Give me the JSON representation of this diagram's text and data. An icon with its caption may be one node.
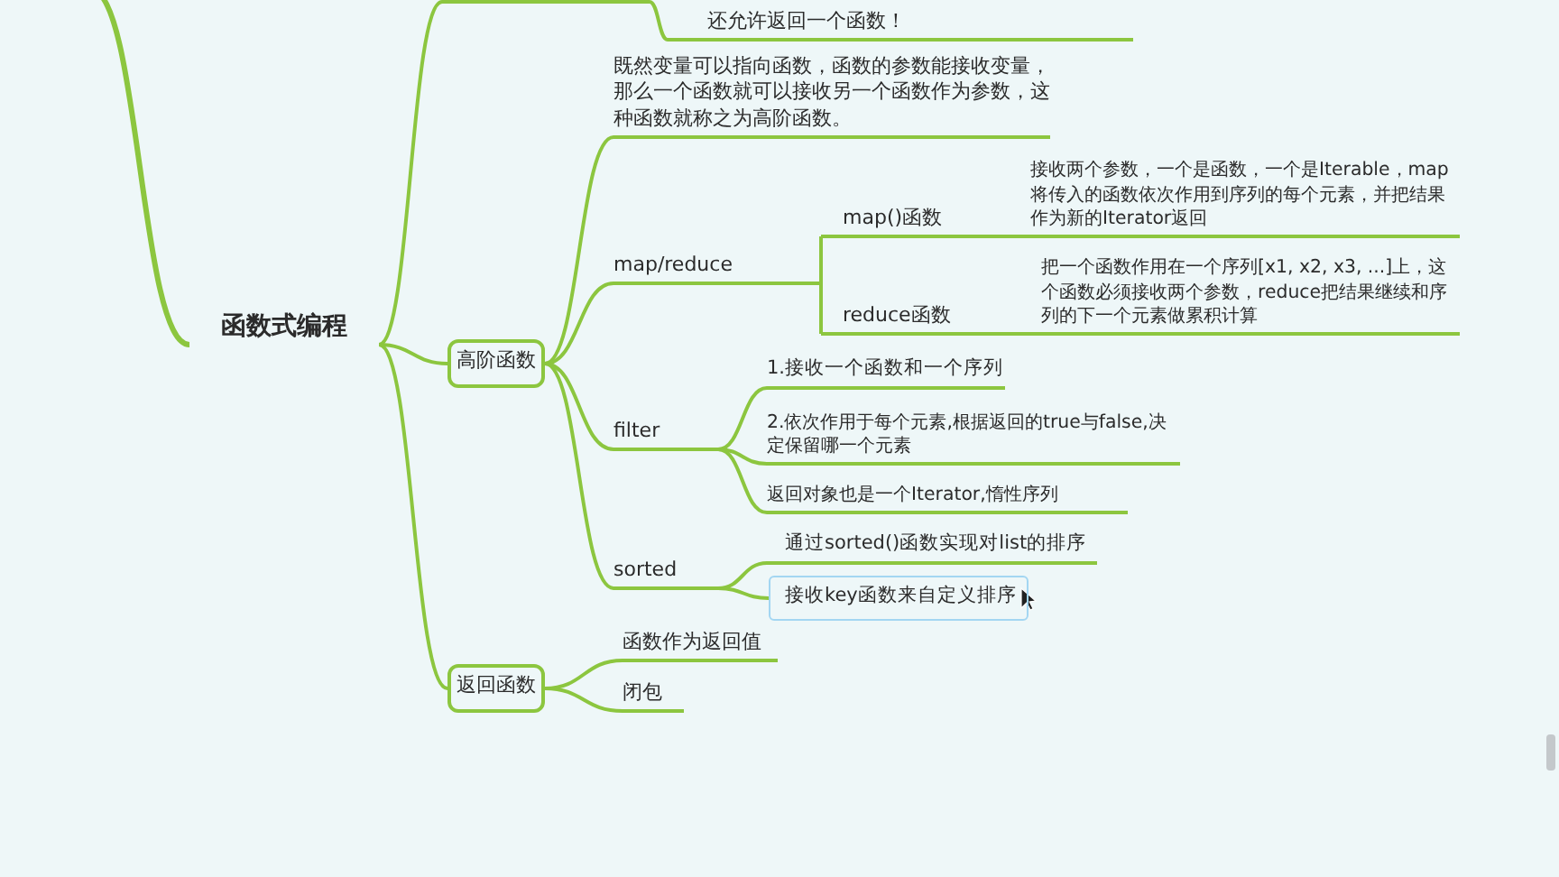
{
  "diagram": {
    "nodes": [
      {
        "text": [
          "函数式编程"
        ]
      },
      {
        "text": [],
        "shape": "bar"
      },
      {
        "text": [
          "还允许返回一个函数！"
        ]
      },
      {
        "text": [
          "高阶函数"
        ]
      },
      {
        "text": [
          "既然变量可以指向函数，函数的参数能接收变量，那么一个函数就可以接收另一个函数作为参数，这种函数就称之为高阶函数。"
        ]
      },
      {
        "text": [
          "map/reduce"
        ]
      },
      {
        "text": [
          "map()函数"
        ]
      },
      {
        "text": [
          "接收两个参数，一个是函数，一个是Iterable，map将传入的函数依次作用到序列的每个元素，并把结果作为新的Iterator返回"
        ]
      },
      {
        "text": [
          "reduce函数"
        ]
      },
      {
        "text": [
          "把一个函数作用在一个序列[x1, x2, x3, ...]上，这个函数必须接收两个参数，reduce把结果继续和序列的下一个元素做累积计算"
        ]
      },
      {
        "text": [
          "filter"
        ]
      },
      {
        "text": [
          "1.接收一个函数和一个序列"
        ]
      },
      {
        "text": [
          "2.依次作用于每个元素,根据返回的true与false,决定保留哪一个元素"
        ]
      },
      {
        "text": [
          "返回对象也是一个Iterator,惰性序列"
        ]
      },
      {
        "text": [
          "sorted"
        ]
      },
      {
        "text": [
          "通过sorted()函数实现对list的排序"
        ]
      },
      {
        "text": [
          "接收key函数来自定义排序"
        ]
      },
      {
        "text": [
          "返回函数"
        ]
      },
      {
        "text": [
          "函数作为返回值"
        ]
      },
      {
        "text": [
          "闭包"
        ]
      }
    ],
    "edges": [
      {
        "from": null,
        "to": 0,
        "arrow": "none"
      },
      {
        "from": 0,
        "to": 1,
        "arrow": "none"
      },
      {
        "from": 1,
        "to": 2,
        "arrow": "none"
      },
      {
        "from": 0,
        "to": 3,
        "arrow": "none"
      },
      {
        "from": 3,
        "to": 4,
        "arrow": "none"
      },
      {
        "from": 3,
        "to": 5,
        "arrow": "none"
      },
      {
        "from": 5,
        "to": 6,
        "arrow": "none"
      },
      {
        "from": 6,
        "to": 7,
        "arrow": "none"
      },
      {
        "from": 5,
        "to": 8,
        "arrow": "none"
      },
      {
        "from": 8,
        "to": 9,
        "arrow": "none"
      },
      {
        "from": 3,
        "to": 10,
        "arrow": "none"
      },
      {
        "from": 10,
        "to": 11,
        "arrow": "none"
      },
      {
        "from": 10,
        "to": 12,
        "arrow": "none"
      },
      {
        "from": 10,
        "to": 13,
        "arrow": "none"
      },
      {
        "from": 3,
        "to": 14,
        "arrow": "none"
      },
      {
        "from": 14,
        "to": 15,
        "arrow": "none"
      },
      {
        "from": 14,
        "to": 16,
        "arrow": "none"
      },
      {
        "from": 0,
        "to": 17,
        "arrow": "none"
      },
      {
        "from": 17,
        "to": 18,
        "arrow": "none"
      },
      {
        "from": 17,
        "to": 19,
        "arrow": "none"
      }
    ]
  }
}
